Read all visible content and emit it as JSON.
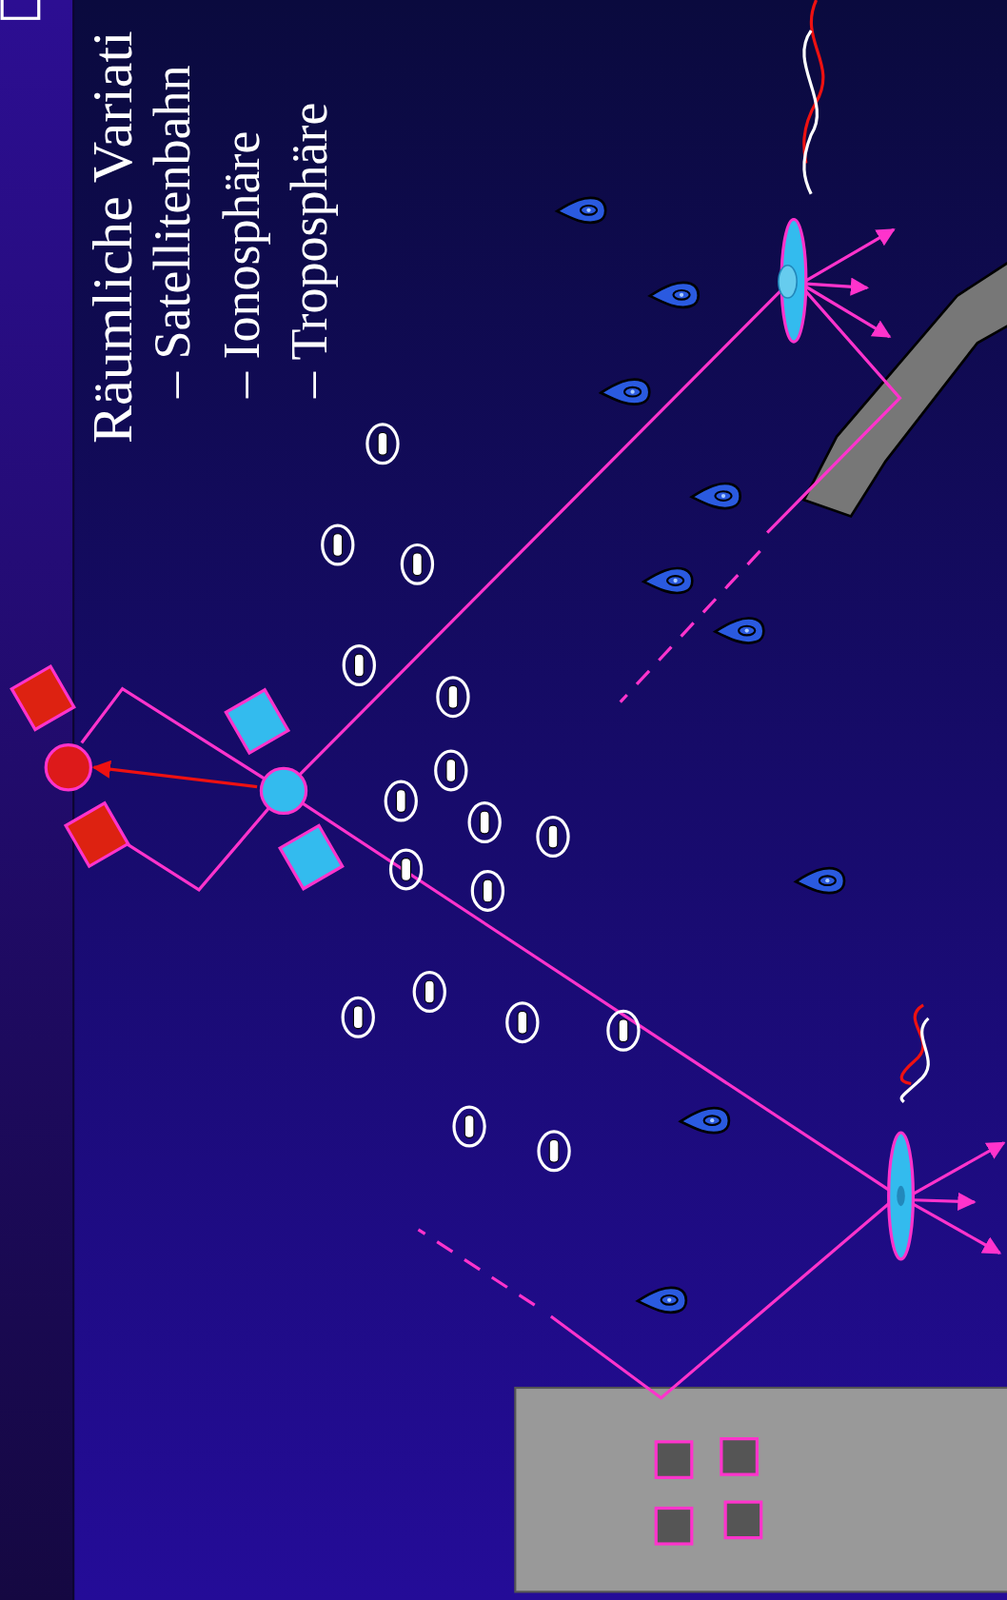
{
  "diagram": {
    "title": "Räumliche Variati",
    "labels": [
      "– Satellitenbahn",
      "– Ionosphäre",
      "– Troposphäre"
    ]
  }
}
